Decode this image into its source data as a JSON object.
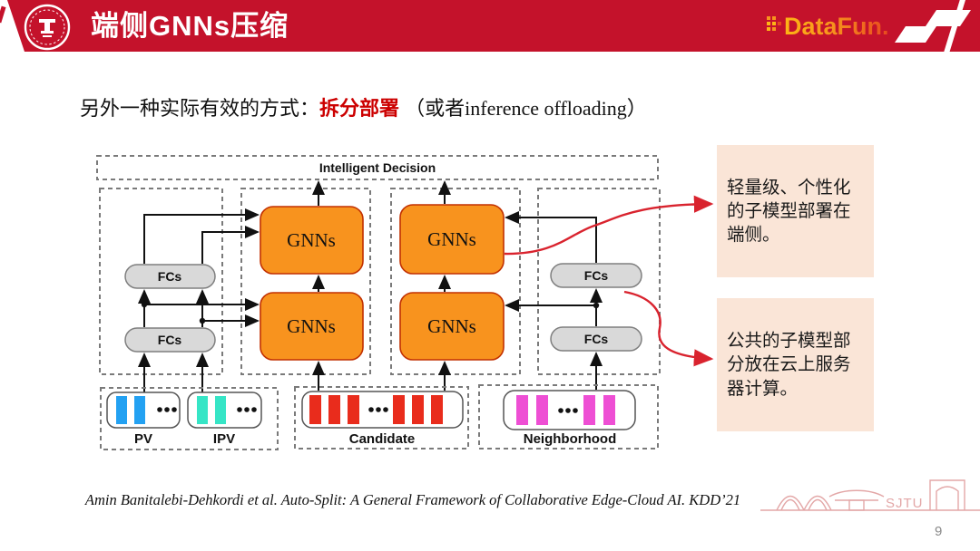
{
  "header": {
    "title": "端侧GNNs压缩",
    "brand": "DataFun."
  },
  "subtitle": {
    "prefix": "另外一种实际有效的方式：",
    "highlight": "拆分部署",
    "open": "（或者",
    "english": "inference offloading",
    "close": "）"
  },
  "diagram": {
    "top_label": "Intelligent Decision",
    "gnn_labels": [
      "GNNs",
      "GNNs",
      "GNNs",
      "GNNs"
    ],
    "fc_labels": [
      "FCs",
      "FCs",
      "FCs",
      "FCs"
    ],
    "inputs": [
      {
        "label": "PV",
        "color": "#23A1F2"
      },
      {
        "label": "IPV",
        "color": "#36E5C6"
      },
      {
        "label": "Candidate",
        "color": "#E92C1C"
      },
      {
        "label": "Neighborhood",
        "color": "#EE4FD4"
      }
    ]
  },
  "annotations": [
    {
      "text": "轻量级、个性化的子模型部署在端侧。"
    },
    {
      "text": "公共的子模型部分放在云上服务器计算。"
    }
  ],
  "footer": {
    "citation": "Amin Banitalebi-Dehkordi et al. Auto-Split: A General Framework of Collaborative Edge-Cloud AI. KDD’21",
    "sjtu_text": "SJTU",
    "page_number": "9"
  },
  "colors": {
    "header_red": "#C4122B",
    "highlight_red": "#CC0000",
    "gnn_orange": "#F8931E",
    "fc_gray": "#D9D9D9",
    "leader_red": "#D9232E",
    "annotation_bg": "#FAE5D7",
    "sketch_pink": "#E3A7A7"
  }
}
